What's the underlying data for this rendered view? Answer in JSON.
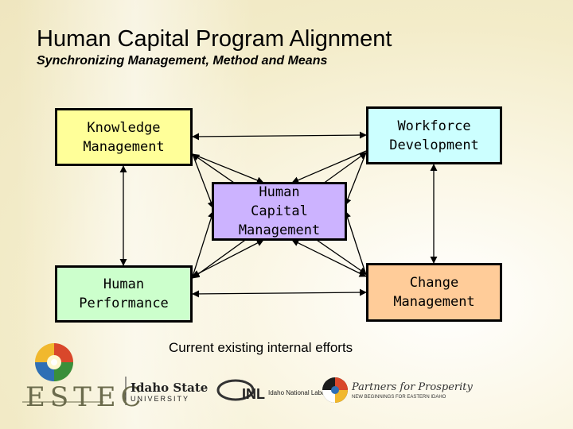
{
  "slide": {
    "title": "Human Capital Program Alignment",
    "subtitle": "Synchronizing Management, Method and Means"
  },
  "diagram": {
    "boxes": {
      "knowledge": {
        "label": "Knowledge\nManagement",
        "color": "#ffff99"
      },
      "workforce": {
        "label": "Workforce\nDevelopment",
        "color": "#ccffff"
      },
      "hcm": {
        "label": "Human\nCapital\nManagement",
        "color": "#ccb3ff"
      },
      "performance": {
        "label": "Human\nPerformance",
        "color": "#ccffcc"
      },
      "change": {
        "label": "Change\nManagement",
        "color": "#ffcc99"
      }
    },
    "note": "Current existing internal efforts"
  },
  "logos": {
    "estec": {
      "text": "ESTEC"
    },
    "isu": {
      "name": "Idaho State",
      "sub": "UNIVERSITY"
    },
    "inl": {
      "mark": "INL",
      "sub": "Idaho National Laboratory"
    },
    "pfp": {
      "name": "Partners for Prosperity",
      "sub": "NEW BEGINNINGS FOR EASTERN IDAHO"
    }
  }
}
